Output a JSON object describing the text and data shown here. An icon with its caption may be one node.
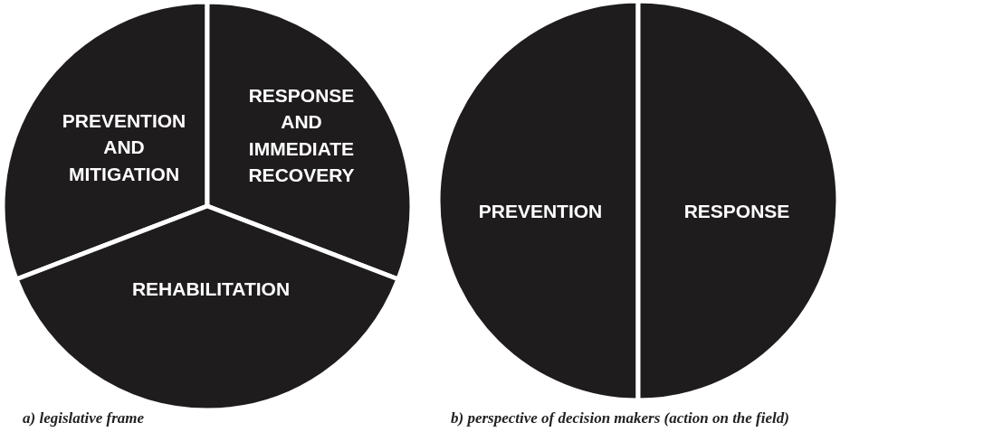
{
  "diagram": {
    "nodes": [
      {
        "text": [
          "PREVENTION AND MITIGATION"
        ]
      },
      {
        "text": [
          "RESPONSE AND IMMEDIATE RECOVERY"
        ]
      },
      {
        "text": [
          "REHABILITATION"
        ]
      },
      {
        "text": [
          "PREVENTION"
        ]
      },
      {
        "text": [
          "RESPONSE"
        ]
      }
    ],
    "labels": [
      "a) legislative frame",
      "b) perspective of decision makers (action on the field)"
    ]
  }
}
